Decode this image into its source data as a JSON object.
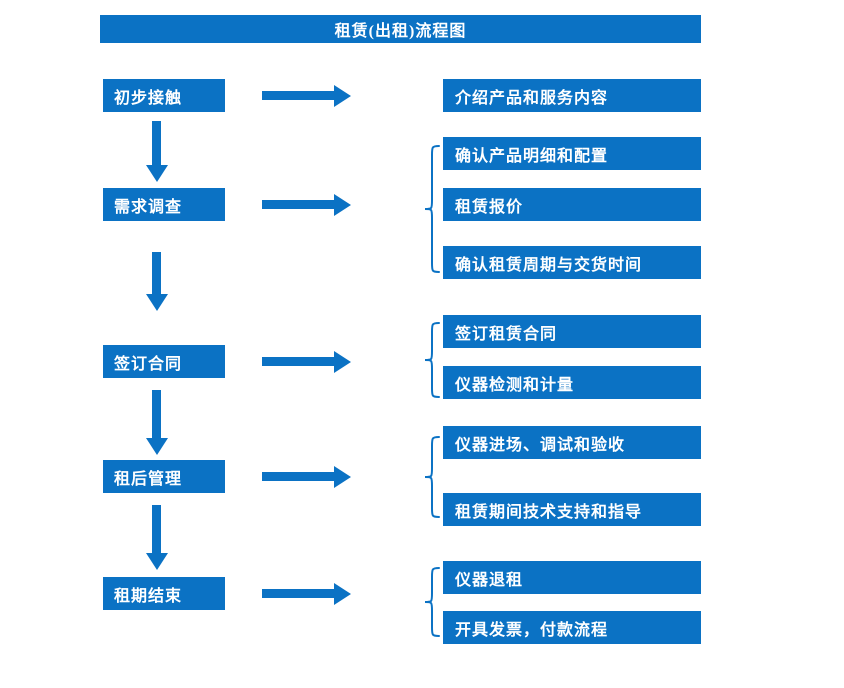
{
  "title": "租赁(出租)流程图",
  "colors": {
    "primary": "#0b72c4"
  },
  "stages": [
    {
      "label": "初步接触",
      "items": [
        "介绍产品和服务内容"
      ]
    },
    {
      "label": "需求调查",
      "items": [
        "确认产品明细和配置",
        "租赁报价",
        "确认租赁周期与交货时间"
      ]
    },
    {
      "label": "签订合同",
      "items": [
        "签订租赁合同",
        "仪器检测和计量"
      ]
    },
    {
      "label": "租后管理",
      "items": [
        "仪器进场、调试和验收",
        "租赁期间技术支持和指导"
      ]
    },
    {
      "label": "租期结束",
      "items": [
        "仪器退租",
        "开具发票，付款流程"
      ]
    }
  ]
}
